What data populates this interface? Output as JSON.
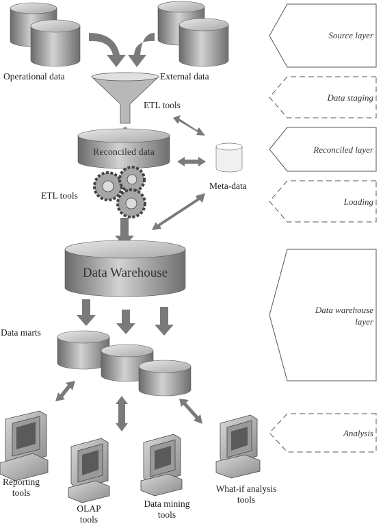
{
  "labels": {
    "operational_data": "Operational data",
    "external_data": "External data",
    "etl_tools_top": "ETL tools",
    "reconciled_data": "Reconciled data",
    "meta_data": "Meta-data",
    "etl_tools_left": "ETL tools",
    "data_warehouse": "Data Warehouse",
    "data_marts": "Data marts",
    "reporting_tools": [
      "Reporting",
      "tools"
    ],
    "olap_tools": [
      "OLAP",
      "tools"
    ],
    "data_mining_tools": [
      "Data mining",
      "tools"
    ],
    "whatif_tools": [
      "What-if analysis",
      "tools"
    ]
  },
  "layers": {
    "source": "Source layer",
    "staging": "Data staging",
    "reconciled": "Reconciled layer",
    "loading": "Loading",
    "warehouse": [
      "Data warehouse",
      "layer"
    ],
    "analysis": "Analysis"
  },
  "colors": {
    "ink": "#222222",
    "shape": "#8a8a8a",
    "shape_light": "#c9c9c9",
    "arrow": "#7a7a7a"
  }
}
